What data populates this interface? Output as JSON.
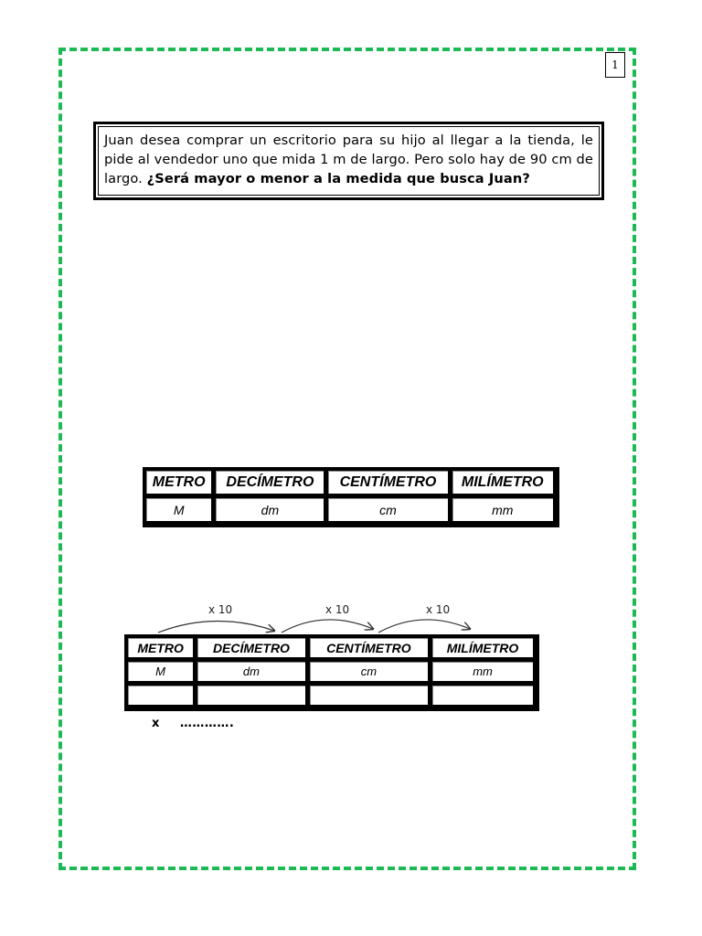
{
  "page": {
    "number": "1",
    "border_color": "#1db954"
  },
  "problem": {
    "text": "Juan desea comprar un escritorio para su hijo al llegar a la tienda, le pide al vendedor uno que mida 1 m de largo. Pero solo hay de 90 cm de largo.",
    "question": "¿Será mayor o menor a la medida que busca Juan?"
  },
  "table1": {
    "headers": [
      "METRO",
      "DECÍMETRO",
      "CENTÍMETRO",
      "MILÍMETRO"
    ],
    "abbreviations": [
      "M",
      "dm",
      "cm",
      "mm"
    ]
  },
  "table2": {
    "multipliers": [
      "x 10",
      "x 10",
      "x 10"
    ],
    "headers": [
      "METRO",
      "DECÍMETRO",
      "CENTÍMETRO",
      "MILÍMETRO"
    ],
    "abbreviations": [
      "M",
      "dm",
      "cm",
      "mm"
    ],
    "blank_row": [
      "",
      "",
      "",
      ""
    ]
  },
  "footer_line": {
    "label": "x",
    "dots": "…………."
  }
}
